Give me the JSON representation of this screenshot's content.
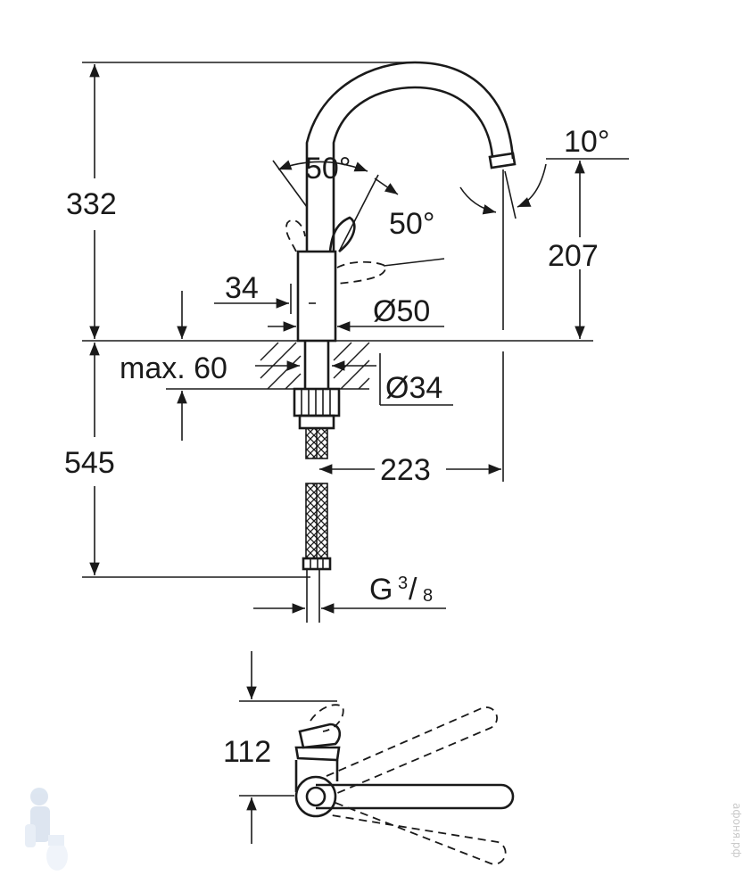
{
  "dimensions": {
    "height_top": "332",
    "height_bottom": "545",
    "lever_angle_1": "50°",
    "lever_angle_2": "50°",
    "spout_angle": "10°",
    "spout_height": "207",
    "lever_offset": "34",
    "body_diameter": "Ø50",
    "max_deck": "max. 60",
    "hole_diameter": "Ø34",
    "reach": "223",
    "thread_main": "G",
    "thread_fraction_num": "3",
    "thread_fraction_den": "8",
    "top_view_dim": "112"
  },
  "watermark": {
    "text": "афоня.рф"
  },
  "colors": {
    "line": "#1a1a1a",
    "watermark": "#c9c9c9"
  }
}
